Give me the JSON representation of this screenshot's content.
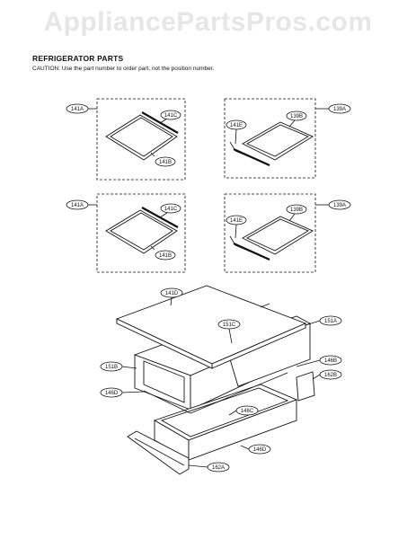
{
  "watermark": "AppliancePartsPros.com",
  "header": {
    "title": "REFRIGERATOR PARTS",
    "caution": "CAUTION: Use the part number to order part, not the position number."
  },
  "callouts": {
    "p1": [
      "141A",
      "141C",
      "141B"
    ],
    "p2": [
      "139A",
      "141E",
      "139B"
    ],
    "p3": [
      "141A",
      "141C",
      "141B"
    ],
    "p4": [
      "139A",
      "141E",
      "139B"
    ],
    "main": [
      "141D",
      "151C",
      "151A",
      "151B",
      "146B",
      "162B",
      "146D",
      "146C",
      "146D",
      "162A"
    ]
  }
}
